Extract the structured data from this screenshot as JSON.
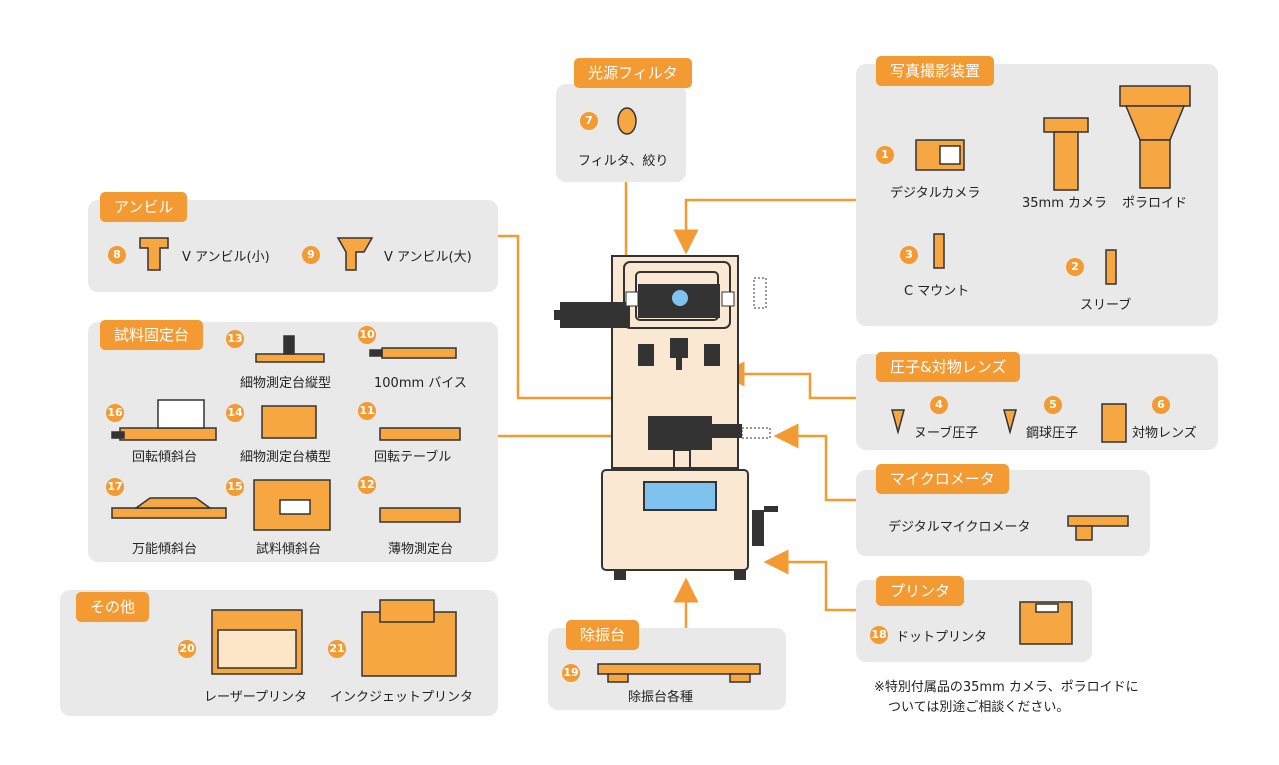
{
  "groups": {
    "photo": {
      "title": "写真撮影装置",
      "items": [
        {
          "num": "1",
          "label": "デジタルカメラ"
        },
        {
          "num": "3",
          "label": "C マウント"
        },
        {
          "num": "",
          "label": "35mm カメラ"
        },
        {
          "num": "",
          "label": "ポラロイド"
        },
        {
          "num": "2",
          "label": "スリーブ"
        }
      ]
    },
    "filter": {
      "title": "光源フィルタ",
      "items": [
        {
          "num": "7",
          "label": "フィルタ、絞り"
        }
      ]
    },
    "anvil": {
      "title": "アンビル",
      "items": [
        {
          "num": "8",
          "label": "V アンビル(小)"
        },
        {
          "num": "9",
          "label": "V アンビル(大)"
        }
      ]
    },
    "fixture": {
      "title": "試料固定台",
      "items": [
        {
          "num": "13",
          "label": "細物測定台縦型"
        },
        {
          "num": "10",
          "label": "100mm バイス"
        },
        {
          "num": "16",
          "label": "回転傾斜台"
        },
        {
          "num": "14",
          "label": "細物測定台横型"
        },
        {
          "num": "11",
          "label": "回転テーブル"
        },
        {
          "num": "17",
          "label": "万能傾斜台"
        },
        {
          "num": "15",
          "label": "試料傾斜台"
        },
        {
          "num": "12",
          "label": "薄物測定台"
        }
      ]
    },
    "indenter": {
      "title": "圧子&対物レンズ",
      "items": [
        {
          "num": "4",
          "label": "ヌーブ圧子"
        },
        {
          "num": "5",
          "label": "鋼球圧子"
        },
        {
          "num": "6",
          "label": "対物レンズ"
        }
      ]
    },
    "micrometer": {
      "title": "マイクロメータ",
      "items": [
        {
          "num": "",
          "label": "デジタルマイクロメータ"
        }
      ]
    },
    "printer": {
      "title": "プリンタ",
      "items": [
        {
          "num": "18",
          "label": "ドットプリンタ"
        }
      ]
    },
    "other": {
      "title": "その他",
      "items": [
        {
          "num": "20",
          "label": "レーザープリンタ"
        },
        {
          "num": "21",
          "label": "インクジェットプリンタ"
        }
      ]
    },
    "damper": {
      "title": "除振台",
      "items": [
        {
          "num": "19",
          "label": "除振台各種"
        }
      ]
    }
  },
  "note": {
    "line1": "※特別付属品の35mm カメラ、ポラロイドに",
    "line2": "ついては別途ご相談ください。"
  },
  "colors": {
    "accent": "#f39a33",
    "panel": "#e9e9e9",
    "machine": "#fbe8d2",
    "dark": "#333333"
  }
}
